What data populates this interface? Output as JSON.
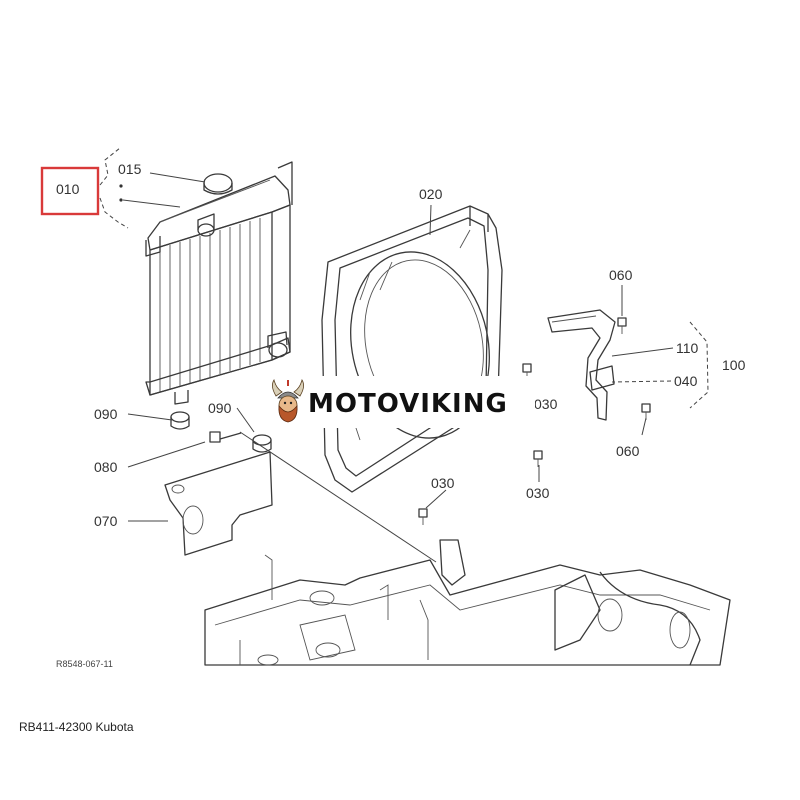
{
  "labels": {
    "p010": "010",
    "p015": "015",
    "p020": "020",
    "p030a": "030",
    "p030b": "030",
    "p030c": "030",
    "p040": "040",
    "p060a": "060",
    "p060b": "060",
    "p070": "070",
    "p080": "080",
    "p090a": "090",
    "p090b": "090",
    "p100": "100",
    "p110": "110"
  },
  "drawing_code": "R8548-067-11",
  "caption": "RB411-42300 Kubota",
  "watermark": {
    "text": "MOTOVIKING",
    "icon": "viking-head-icon"
  },
  "colors": {
    "highlight_box": "#d93a3a",
    "line": "#3a3a3a"
  }
}
